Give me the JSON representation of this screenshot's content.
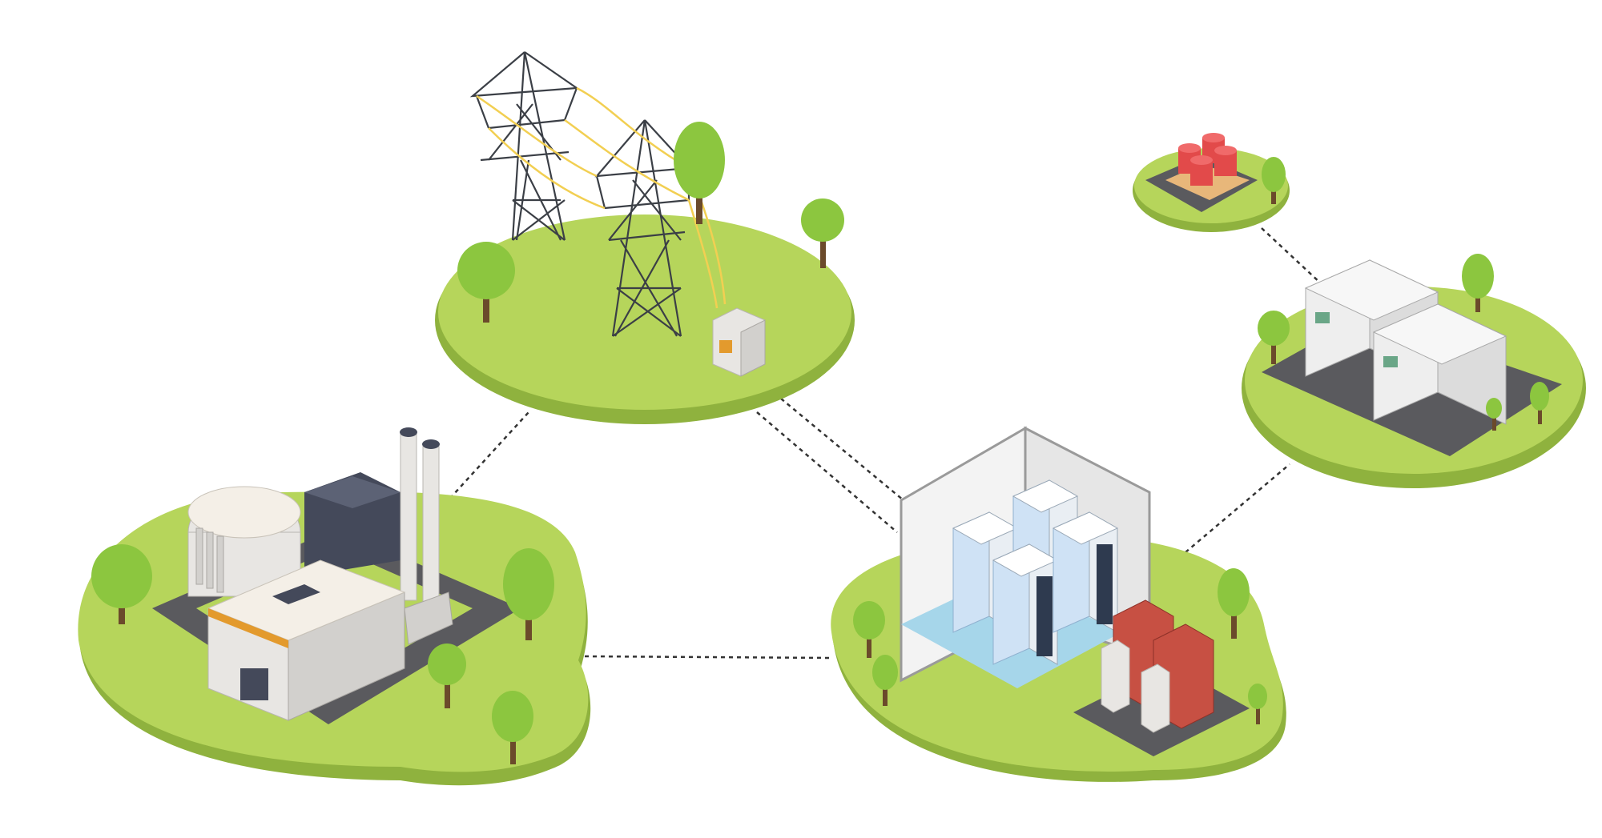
{
  "diagram": {
    "nodes": [
      {
        "id": "power-plant",
        "icon": "factory-icon"
      },
      {
        "id": "transmission",
        "icon": "transmission-tower-icon"
      },
      {
        "id": "data-center",
        "icon": "server-rack-icon"
      },
      {
        "id": "generators",
        "icon": "generator-icon"
      },
      {
        "id": "fuel-storage",
        "icon": "fuel-tank-icon"
      }
    ],
    "links": [
      {
        "from": "power-plant",
        "to": "transmission"
      },
      {
        "from": "power-plant",
        "to": "data-center"
      },
      {
        "from": "transmission",
        "to": "data-center"
      },
      {
        "from": "data-center",
        "to": "generators"
      },
      {
        "from": "fuel-storage",
        "to": "generators"
      }
    ]
  },
  "colors": {
    "background": "#ffffff",
    "grass": "#b6d55b",
    "grass_edge": "#8fb23e",
    "tree": "#8cc63f",
    "tree_dark": "#6fa52e",
    "trunk": "#6b4a2b",
    "road": "#5a5a5e",
    "road_line": "#d9d9d9",
    "link": "#333333",
    "tower": "#3b3f46",
    "cable": "#f2cf52",
    "building_wall": "#e8e6e3",
    "building_roof": "#f4efe7",
    "building_dark": "#44495a",
    "accent_orange": "#e39a2d",
    "rack_blue": "#cfe2f5",
    "rack_dark": "#2e3a4f",
    "room_wall": "#f3f3f3",
    "tile": "#a6d6ea",
    "brick": "#c75043",
    "tank_red": "#e24a4a",
    "pallet": "#e8b77a",
    "generator": "#eeeeee",
    "generator_panel": "#6aa687"
  }
}
